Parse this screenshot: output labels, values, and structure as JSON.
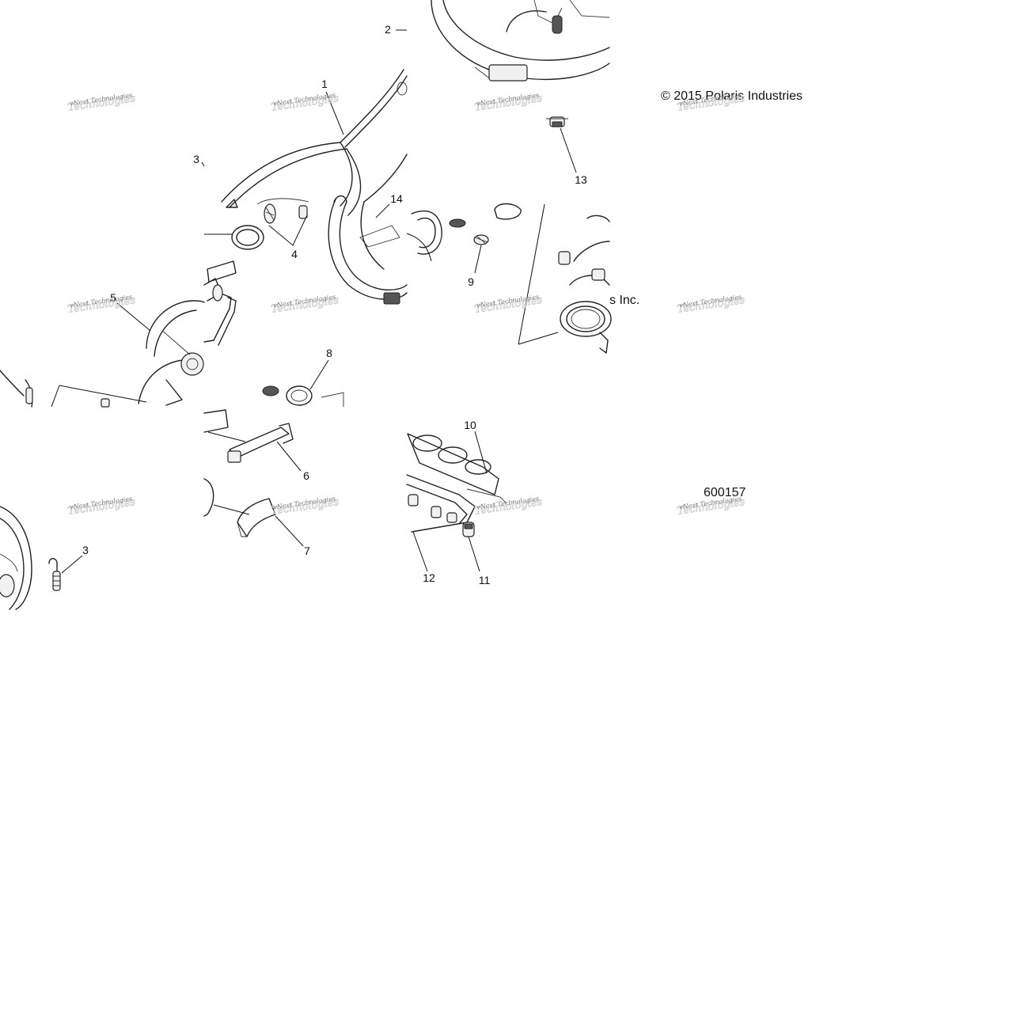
{
  "copyright_top": "© 2015 Polaris Industries",
  "copyright_partial": "s Inc.",
  "diagram_id": "600157",
  "watermark": {
    "line1": "vNext Technologies",
    "line2": "Technologies"
  },
  "callouts": {
    "c1": "1",
    "c2": "2",
    "c3a": "3",
    "c3b": "3",
    "c4": "4",
    "c5": "5",
    "c6": "6",
    "c7": "7",
    "c8": "8",
    "c9": "9",
    "c10": "10",
    "c11": "11",
    "c12": "12",
    "c13": "13",
    "c14": "14"
  }
}
